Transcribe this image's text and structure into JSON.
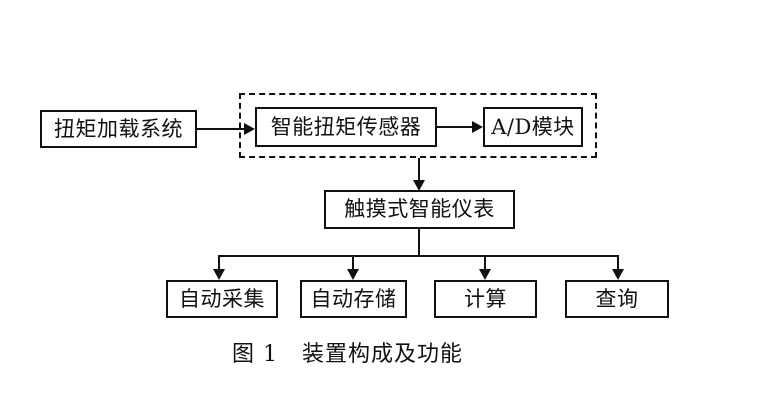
{
  "figure": {
    "caption": "图 1   装置构成及功能",
    "caption_label": "图 1",
    "caption_title": "装置构成及功能",
    "colors": {
      "background": "#ffffff",
      "stroke": "#111111",
      "text": "#111111"
    }
  },
  "nodes": {
    "torque_loading_system": {
      "label": "扭矩加载系统"
    },
    "smart_torque_sensor": {
      "label": "智能扭矩传感器"
    },
    "ad_module": {
      "label": "A/D模块"
    },
    "touch_smart_instrument": {
      "label": "触摸式智能仪表"
    },
    "auto_acquire": {
      "label": "自动采集"
    },
    "auto_store": {
      "label": "自动存储"
    },
    "calculate": {
      "label": "计算"
    },
    "query": {
      "label": "查询"
    }
  },
  "functions": [
    {
      "label": "自动采集"
    },
    {
      "label": "自动存储"
    },
    {
      "label": "计算"
    },
    {
      "label": "查询"
    }
  ],
  "connectors": [
    {
      "from": "扭矩加载系统",
      "to": "智能扭矩传感器",
      "style": "arrow-right"
    },
    {
      "from": "智能扭矩传感器",
      "to": "A/D模块",
      "style": "arrow-right"
    },
    {
      "from": "A/D模块组",
      "to": "触摸式智能仪表",
      "style": "arrow-down"
    },
    {
      "from": "触摸式智能仪表",
      "to": "自动采集",
      "style": "arrow-down"
    },
    {
      "from": "触摸式智能仪表",
      "to": "自动存储",
      "style": "arrow-down"
    },
    {
      "from": "触摸式智能仪表",
      "to": "计算",
      "style": "arrow-down"
    },
    {
      "from": "触摸式智能仪表",
      "to": "查询",
      "style": "arrow-down"
    }
  ],
  "group": {
    "name": "sensor-ad-group",
    "border_style": "dashed"
  }
}
